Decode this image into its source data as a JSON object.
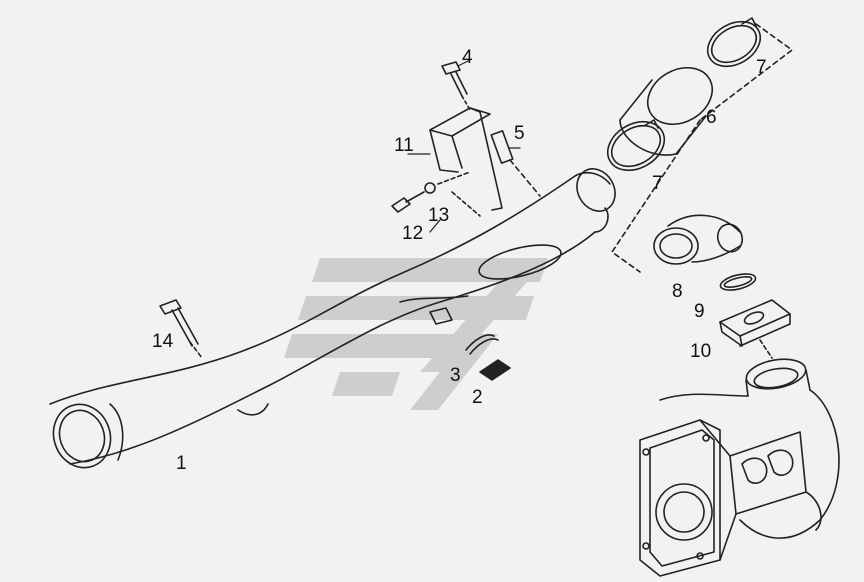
{
  "diagram": {
    "callouts": [
      {
        "id": "c1",
        "label": "1"
      },
      {
        "id": "c2",
        "label": "2"
      },
      {
        "id": "c3",
        "label": "3"
      },
      {
        "id": "c4",
        "label": "4"
      },
      {
        "id": "c5",
        "label": "5"
      },
      {
        "id": "c6",
        "label": "6"
      },
      {
        "id": "c7a",
        "label": "7"
      },
      {
        "id": "c7b",
        "label": "7"
      },
      {
        "id": "c8",
        "label": "8"
      },
      {
        "id": "c9",
        "label": "9"
      },
      {
        "id": "c10",
        "label": "10"
      },
      {
        "id": "c11",
        "label": "11"
      },
      {
        "id": "c12",
        "label": "12"
      },
      {
        "id": "c13",
        "label": "13"
      },
      {
        "id": "c14",
        "label": "14"
      }
    ],
    "watermark": {
      "type": "logo",
      "color": "#c8c8c8"
    },
    "colors": {
      "line": "#222222",
      "background": "#f2f2f2"
    }
  }
}
